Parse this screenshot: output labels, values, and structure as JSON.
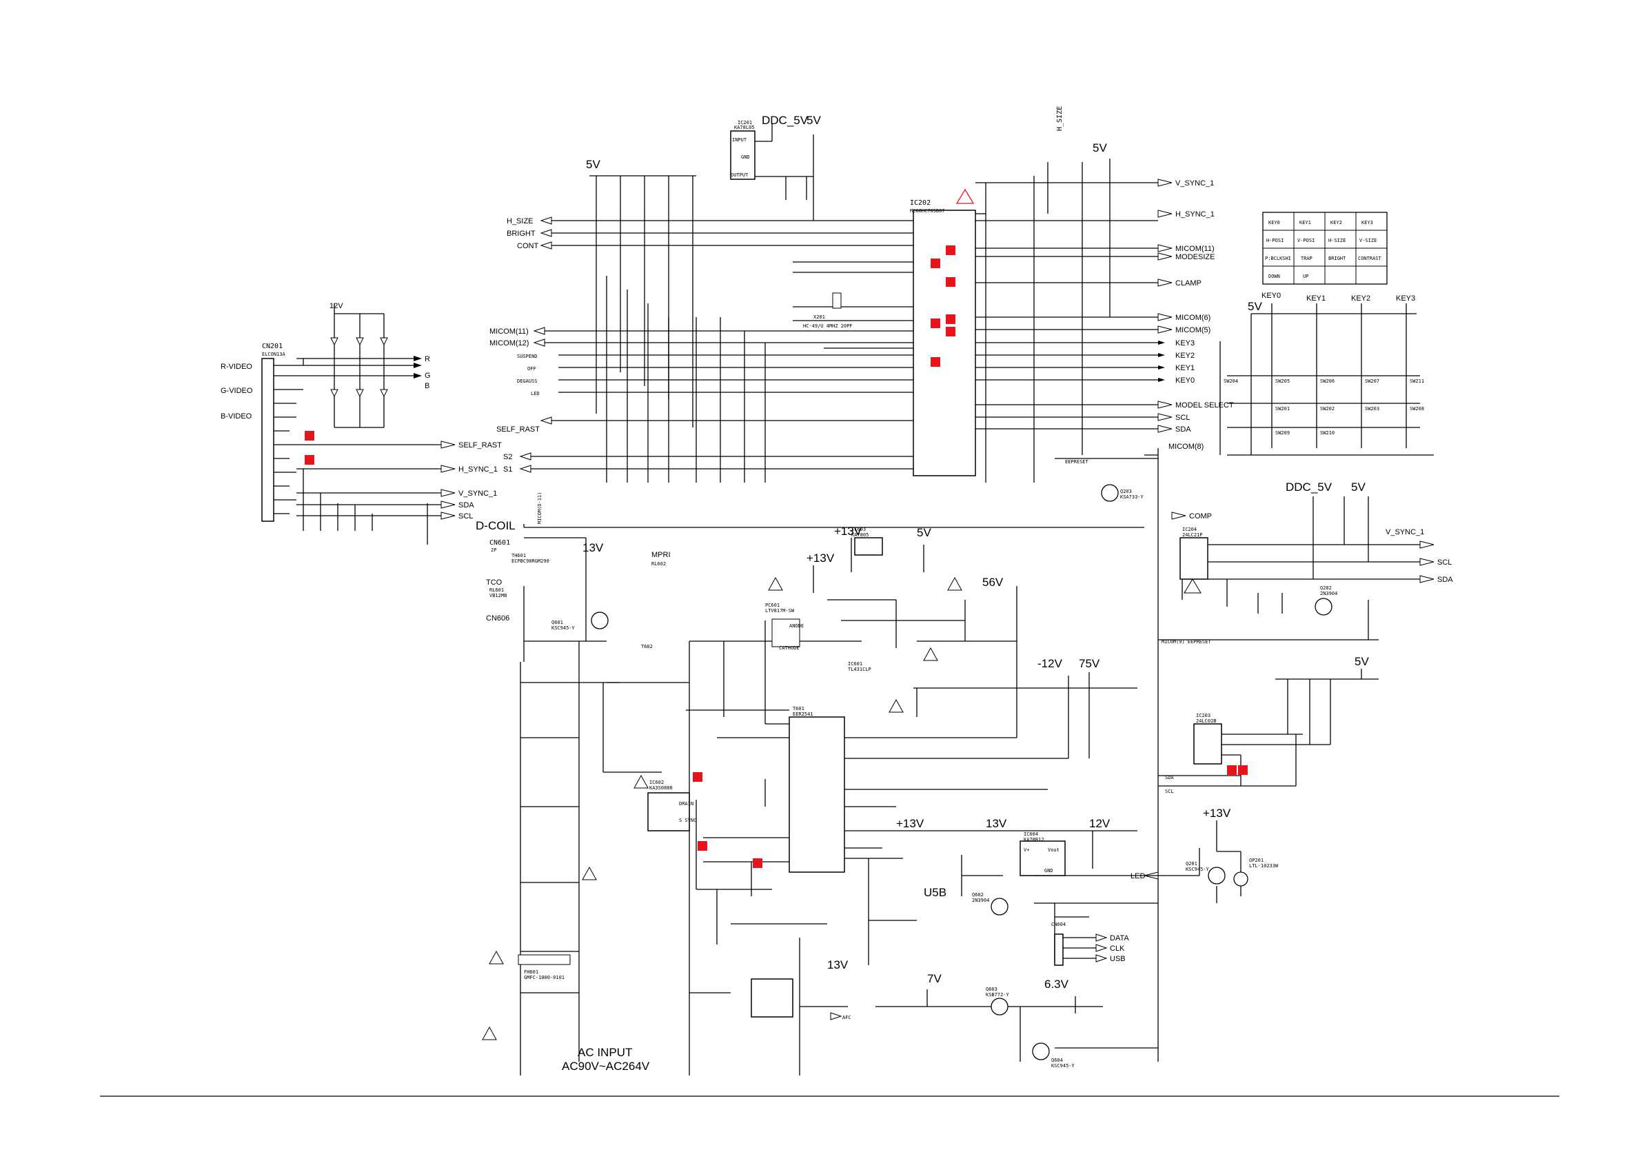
{
  "colors": {
    "wire": "#000000",
    "marker": "#e8141b",
    "background": "#ffffff"
  },
  "rails": {
    "v5_a": "5V",
    "v12": "12V",
    "ddc_5v_top": "DDC_5V",
    "v5_top": "5V",
    "v5_mid": "5V",
    "h_size_rail": "H_SIZE",
    "v13": "13V",
    "v13b": "+13V",
    "v13c": "+13V",
    "v13d": "13V",
    "v5_c": "5V",
    "v56": "56V",
    "vm12": "-12V",
    "v75": "75V",
    "v13e": "+13V",
    "v13f": "13V",
    "v12b": "12V",
    "u5b": "U5B",
    "v7": "7V",
    "v63": "6.3V",
    "ddc_5v_r": "DDC_5V",
    "v5_r": "5V",
    "v5_r2": "5V",
    "v5_key": "5V"
  },
  "ports_left": {
    "r_video": "R-VIDEO",
    "g_video": "G-VIDEO",
    "b_video": "B-VIDEO",
    "r": "R",
    "g": "G",
    "b": "B",
    "self_rast": "SELF_RAST",
    "h_sync_1": "H_SYNC_1",
    "v_sync_1": "V_SYNC_1",
    "sda": "SDA",
    "scl": "SCL"
  },
  "ports_mid": {
    "h_size": "H_SIZE",
    "bright": "BRIGHT",
    "cont": "CONT",
    "micom11": "MICOM(11)",
    "micom12": "MICOM(12)",
    "suspend": "SUSPEND",
    "off": "OFF",
    "degauss": "DEGAUSS",
    "led": "LED",
    "self_rast": "SELF_RAST",
    "s2": "S2",
    "s1": "S1",
    "d_coil": "D-COIL",
    "micom_d_11": "MICOM(D-11)"
  },
  "ports_right": {
    "v_sync_1": "V_SYNC_1",
    "h_sync_1": "H_SYNC_1",
    "micom11": "MICOM(11)",
    "modesize": "MODESIZE",
    "clamp": "CLAMP",
    "micom6": "MICOM(6)",
    "micom5": "MICOM(5)",
    "key3": "KEY3",
    "key2": "KEY2",
    "key1": "KEY1",
    "key0": "KEY0",
    "model_select": "MODEL SELECT",
    "scl": "SCL",
    "sda": "SDA",
    "micom8": "MICOM(8)",
    "comp": "COMP",
    "v_sync_1b": "V_SYNC_1",
    "sclb": "SCL",
    "sdab": "SDA",
    "led": "LED",
    "data": "DATA",
    "clk": "CLK",
    "usb": "USB",
    "afc": "AFC"
  },
  "ics": {
    "ic202": "IC202",
    "ic202_part": "MC68HC705B07",
    "ic201": "IC201",
    "ic201_part": "KA78L05",
    "input": "INPUT",
    "gnd": "GND",
    "output": "OUTPUT",
    "ic203": "IC203",
    "ic203_part": "24LC02B",
    "ic204": "IC204",
    "ic204_part": "24LC21P",
    "ic604": "IC604",
    "ic604_part": "KA78R12",
    "vin": "V+",
    "vout": "Vout",
    "ic603": "IC603",
    "ic603_part": "KA7805",
    "ic602": "IC602",
    "ic602_part": "KA3S0880",
    "drain": "DRAIN",
    "ssync": "S SYNC",
    "t601": "T601",
    "t601_part": "EER2541",
    "ic601": "IC601",
    "ic601_part": "TL431CLP",
    "pc601": "PC601",
    "pc601_part": "LTV817M-SW",
    "anode": "ANODE",
    "cathode": "CATHODE",
    "t602": "T602"
  },
  "key_table": [
    [
      "KEY0",
      "KEY1",
      "KEY2",
      "KEY3"
    ],
    [
      "H-POSI",
      "V-POSI",
      "H-SIZE",
      "V-SIZE"
    ],
    [
      "P:BCLKSHI",
      "TRAP",
      "BRIGHT",
      "CONTRAST"
    ],
    [
      "DOWN",
      "UP",
      "",
      ""
    ]
  ],
  "key_labels": [
    "KEY0",
    "KEY1",
    "KEY2",
    "KEY3"
  ],
  "switches": [
    "SW204",
    "SW201",
    "SW202",
    "SW203",
    "SW205",
    "SW206",
    "SW207",
    "SW208",
    "SW209",
    "SW210",
    "SW211"
  ],
  "labels": {
    "cn201": "CN201",
    "cn201_part": "ELCON13A",
    "x201": "X201",
    "x201_part": "HC-49/U 4MHZ 20PF",
    "cn601": "CN601",
    "cn601_part": "2P",
    "th601": "TH601",
    "th601_part": "ECPBC98RGM290",
    "rl601": "RL601",
    "rl601_part": "VB12MB",
    "tco": "TCO",
    "cn606": "CN606",
    "mpri": "MPRI",
    "rl602": "RL602",
    "op201": "OP201",
    "op201_part": "LTL-10233W",
    "cn604": "CN604",
    "eeprom_h": "EEPRESET",
    "micom_k": "MICOM(9) EEPRESET",
    "ac_input": "AC INPUT",
    "ac_range": "AC90V~AC264V",
    "fh601": "FH601",
    "fh601_part": "GMFC-1000-0101",
    "q201": "Q201",
    "q201_part": "KSC945-Y",
    "q202": "Q202",
    "q202_part": "2N3904",
    "q203": "Q203",
    "q203_part": "KSA733-Y",
    "q601": "Q601",
    "q601_part": "KSC945-Y",
    "q602": "Q602",
    "q602_part": "2N3904",
    "q603": "Q603",
    "q603_part": "KSB772-Y",
    "q604": "Q604",
    "q604_part": "KSC945-Y",
    "sdacl": "SDA",
    "sclcl": "SCL"
  }
}
